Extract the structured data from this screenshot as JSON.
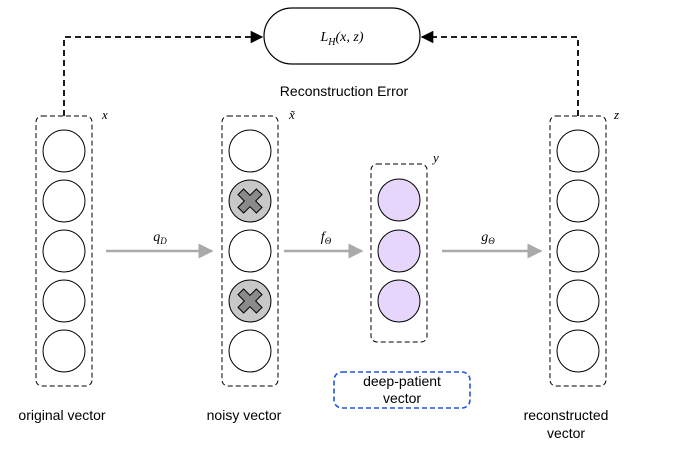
{
  "loss_box": {
    "label": "L_H(x, z)",
    "main": "L",
    "sub": "H",
    "args": "(x, z)"
  },
  "error_label": "Reconstruction Error",
  "vectors": [
    {
      "id": "original",
      "symbol": "x",
      "label_lines": [
        "original vector"
      ]
    },
    {
      "id": "noisy",
      "symbol": "x̃",
      "label_lines": [
        "noisy vector"
      ]
    },
    {
      "id": "deep-patient",
      "symbol": "y",
      "label_lines": [
        "deep-patient",
        "vector"
      ]
    },
    {
      "id": "reconstructed",
      "symbol": "z",
      "label_lines": [
        "reconstructed",
        "vector"
      ]
    }
  ],
  "arrows": [
    {
      "id": "corruption",
      "main": "q",
      "sub": "D"
    },
    {
      "id": "encoder",
      "main": "f",
      "sub": "Θ"
    },
    {
      "id": "decoder",
      "main": "g",
      "sub": "Θ"
    }
  ],
  "colors": {
    "hidden_node_fill": "#e6d6fb",
    "corrupted_node_fill": "#c8c8c8",
    "cross_fill": "#8a8a8a",
    "arrow_gray": "#aaaaaa",
    "highlight_border": "#2255dd"
  }
}
